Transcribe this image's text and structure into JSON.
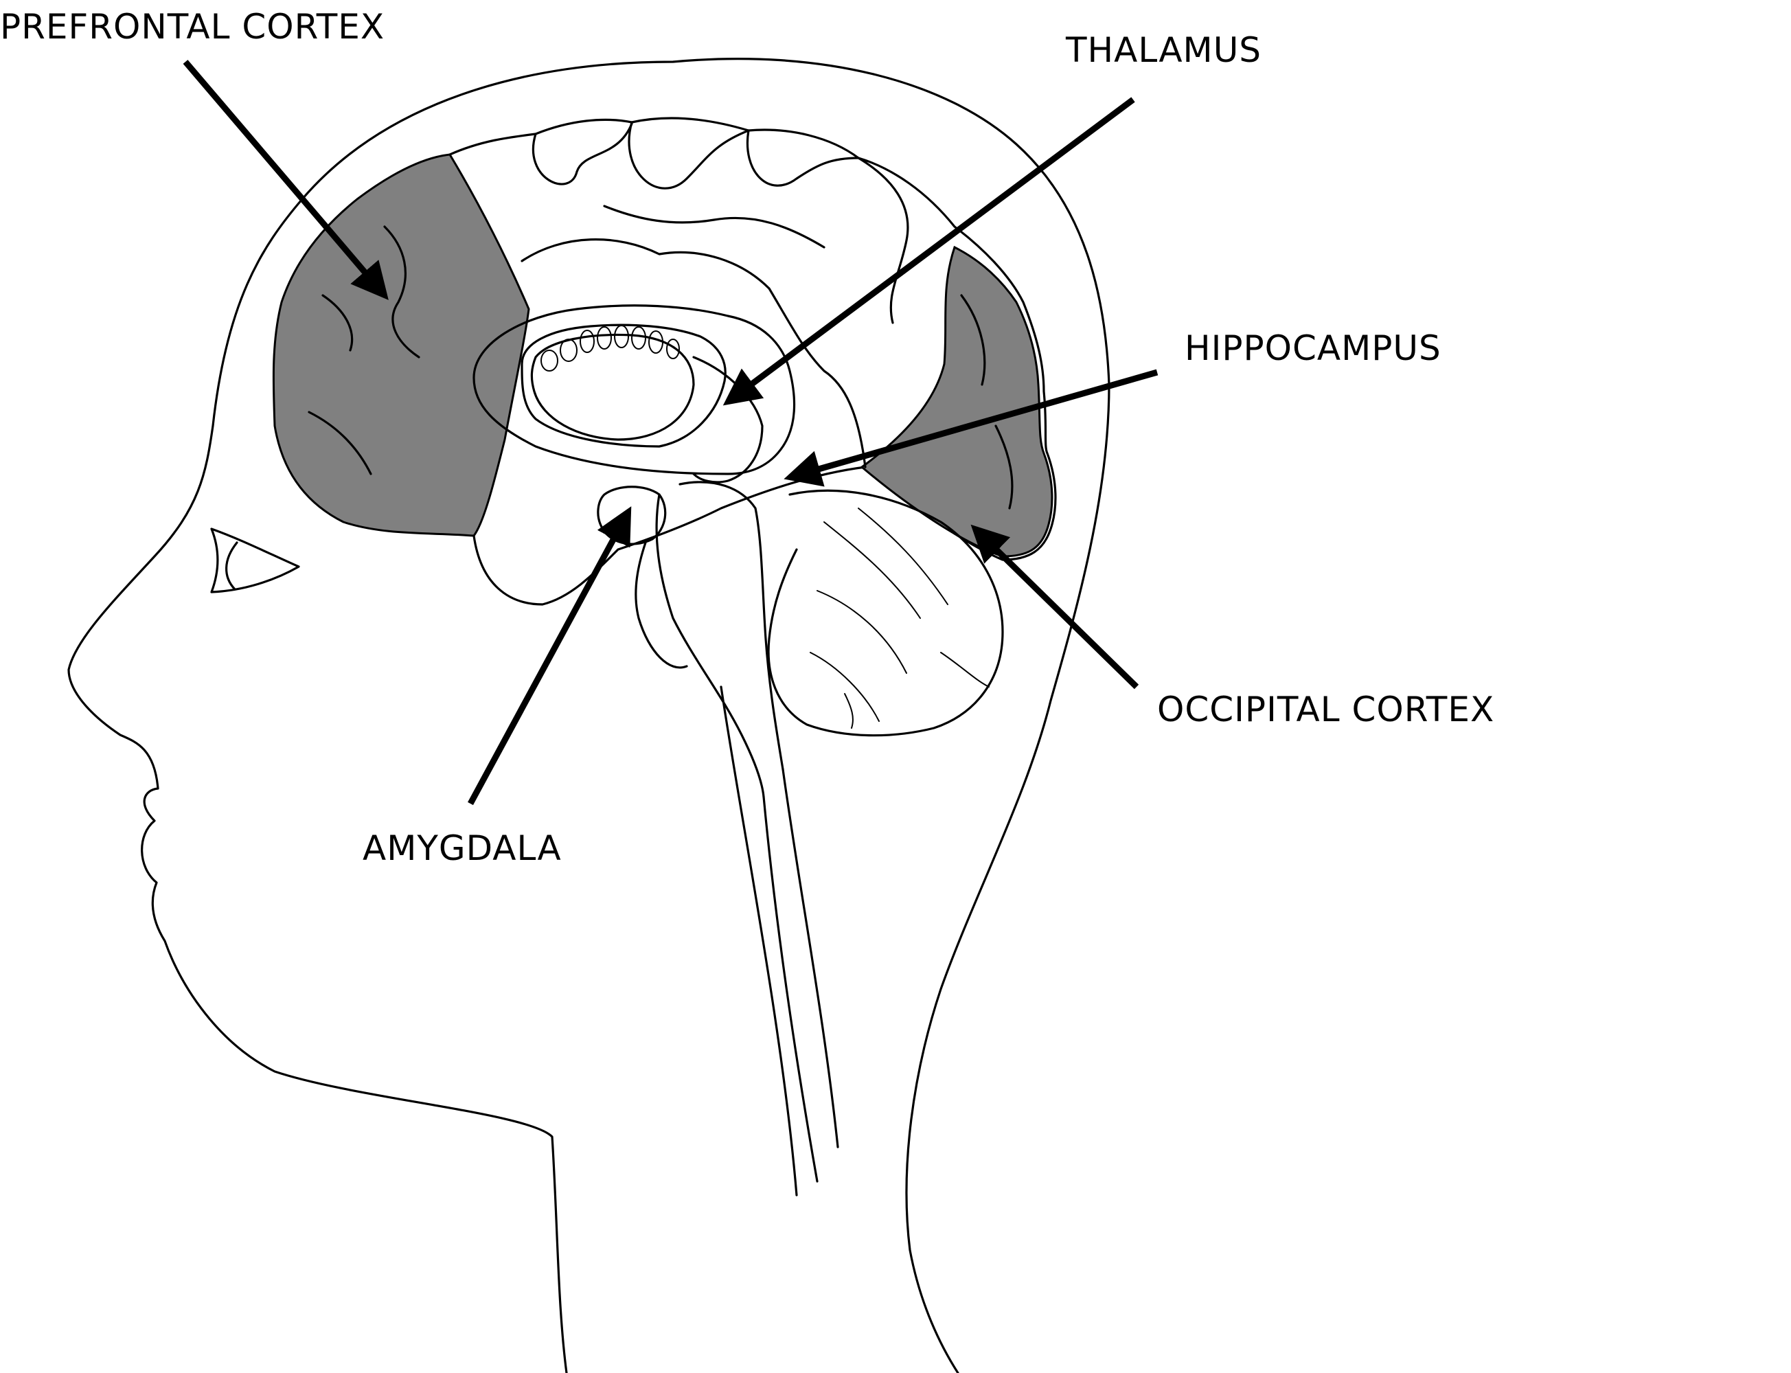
{
  "labels": {
    "prefrontal_cortex": "PREFRONTAL CORTEX",
    "thalamus": "THALAMUS",
    "hippocampus": "HIPPOCAMPUS",
    "occipital_cortex": "OCCIPITAL CORTEX",
    "amygdala": "AMYGDALA"
  },
  "colors": {
    "line": "#000000",
    "highlighted_region": "#808080",
    "background": "#ffffff"
  }
}
